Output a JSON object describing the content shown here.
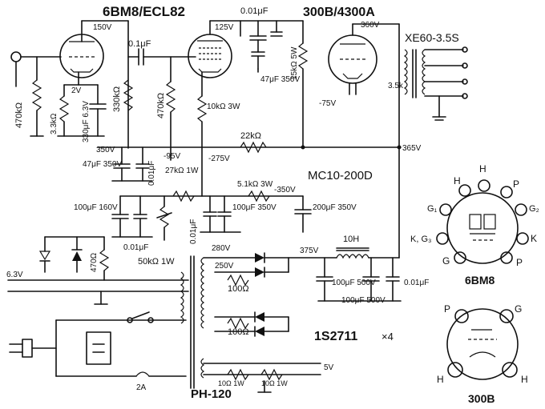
{
  "titles": {
    "preamp_tube": "6BM8/ECL82",
    "output_tube": "300B/4300A",
    "output_transformer": "XE60-3.5S",
    "choke": "MC10-200D",
    "power_transformer": "PH-120",
    "rectifier": "1S2711",
    "rectifier_count": "×4"
  },
  "voltages": {
    "triode_plate": "150V",
    "pentode_plate": "125V",
    "plate_300b": "360V",
    "cathode_300b": "-75V",
    "b_plus_365": "365V",
    "b_plus_350": "350V",
    "bias_95": "-95V",
    "bias_275": "-275V",
    "bias_350": "-350V",
    "rect_375": "375V",
    "secondary_280": "280V",
    "secondary_250": "250V",
    "heater_63": "6.3V",
    "heater_5": "5V",
    "cathode_2v": "2V"
  },
  "components": {
    "r_470k_in": "470kΩ",
    "r_33k": "3.3kΩ",
    "c_330": "330μF 6.3V",
    "r_330k": "330kΩ",
    "c_01_coupling": "0.1μF",
    "r_470k_grid": "470kΩ",
    "c_001_top": "0.01μF",
    "c_47_350_top": "47μF 350V",
    "r_15k": "15kΩ 5W",
    "r_10k": "10kΩ 3W",
    "r_22k": "22kΩ",
    "c_47_350_left": "47μF 350V",
    "c_001_left": "0.01μF",
    "r_27k": "27kΩ 1W",
    "r_51k": "5.1kΩ 3W",
    "c_200": "200μF 350V",
    "c_100_160": "100μF 160V",
    "c_001_mid": "0.01μF",
    "c_001_bias": "0.01μF",
    "c_100_350": "100μF 350V",
    "pot_50k": "50kΩ 1W",
    "r_470": "470Ω",
    "r_100_a": "100Ω",
    "r_100_b": "100Ω",
    "inductance": "10H",
    "c_100_500_a": "100μF 500V",
    "c_100_500_b": "100μF 500V",
    "c_001_out": "0.01μF",
    "load": "3.5k",
    "r_10_a": "10Ω 1W",
    "r_10_b": "10Ω 1W",
    "fuse": "2A"
  },
  "pinout_6bm8": {
    "name": "6BM8",
    "pins": [
      "H",
      "H",
      "P",
      "G₁",
      "G₂",
      "K, G₃",
      "K",
      "G",
      "P"
    ]
  },
  "pinout_300b": {
    "name": "300B",
    "pins": [
      "P",
      "G",
      "H",
      "H"
    ]
  }
}
